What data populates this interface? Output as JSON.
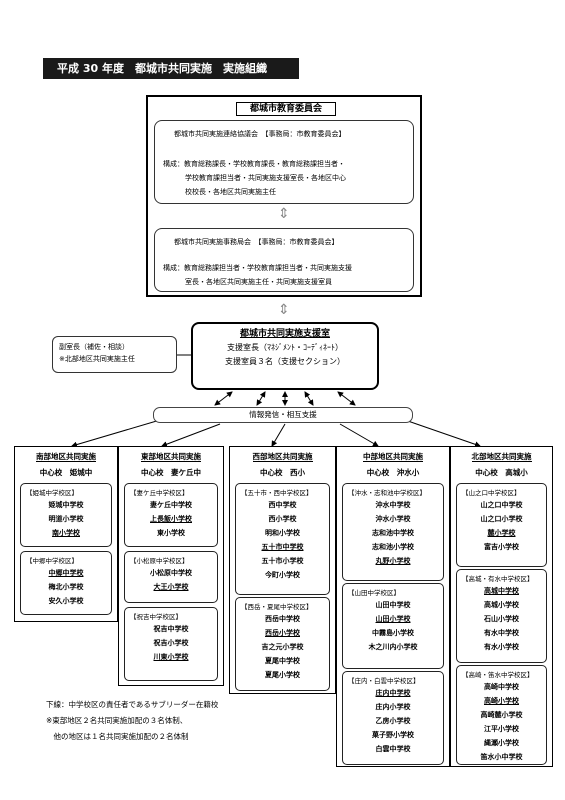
{
  "title": "平成 30 年度　都城市共同実施　実施組織",
  "board": {
    "title": "都城市教育委員会",
    "council": {
      "name": "都城市共同実施連絡協議会　【事務局：市教育委員会】",
      "members": [
        "構成：教育総務課長・学校教育課長・教育総務課担当者・",
        "学校教育課担当者・共同実施支援室長・各地区中心",
        "校校長・各地区共同実施主任"
      ]
    },
    "office": {
      "name": "都城市共同実施事務局会　【事務局：市教育委員会】",
      "members": [
        "構成：教育総務課担当者・学校教育課担当者・共同実施支援",
        "室長・各地区共同実施主任・共同実施支援室員"
      ]
    }
  },
  "support_center": {
    "title": "都城市共同実施支援室",
    "lines": [
      "支援室長（ﾏﾈｼﾞﾒﾝﾄ・ｺｰﾃﾞｨﾈｰﾄ）",
      "支援室員３名（支援セクション）"
    ]
  },
  "vice": {
    "lines": [
      "副室長（補佐・相談）",
      "※北部地区共同実施主任"
    ]
  },
  "info": "情報発信・相互支援",
  "regions": [
    {
      "title": "南部地区共同実施",
      "hub": "中心校　姫城中",
      "groups": [
        {
          "name": "【姫城中学校区】",
          "schools": [
            {
              "n": "姫城中学校",
              "u": false
            },
            {
              "n": "明道小学校",
              "u": false
            },
            {
              "n": "南小学校",
              "u": true
            }
          ]
        },
        {
          "name": "【中郷中学校区】",
          "schools": [
            {
              "n": "中郷中学校",
              "u": true
            },
            {
              "n": "梅北小学校",
              "u": false
            },
            {
              "n": "安久小学校",
              "u": false
            }
          ]
        }
      ]
    },
    {
      "title": "東部地区共同実施",
      "hub": "中心校　妻ケ丘中",
      "groups": [
        {
          "name": "【妻ケ丘中学校区】",
          "schools": [
            {
              "n": "妻ケ丘中学校",
              "u": false
            },
            {
              "n": "上長飯小学校",
              "u": true
            },
            {
              "n": "東小学校",
              "u": false
            }
          ]
        },
        {
          "name": "【小松原中学校区】",
          "schools": [
            {
              "n": "小松原中学校",
              "u": false
            },
            {
              "n": "大王小学校",
              "u": true
            }
          ]
        },
        {
          "name": "【祝吉中学校区】",
          "schools": [
            {
              "n": "祝吉中学校",
              "u": false
            },
            {
              "n": "祝吉小学校",
              "u": false
            },
            {
              "n": "川東小学校",
              "u": true
            }
          ]
        }
      ]
    },
    {
      "title": "西部地区共同実施",
      "hub": "中心校　西小",
      "groups": [
        {
          "name": "【五十市・西中学校区】",
          "schools": [
            {
              "n": "西中学校",
              "u": false
            },
            {
              "n": "西小学校",
              "u": false
            },
            {
              "n": "明和小学校",
              "u": false
            },
            {
              "n": "五十市中学校",
              "u": true
            },
            {
              "n": "五十市小学校",
              "u": false
            },
            {
              "n": "今町小学校",
              "u": false
            }
          ]
        },
        {
          "name": "【西岳・夏尾中学校区】",
          "schools": [
            {
              "n": "西岳中学校",
              "u": false
            },
            {
              "n": "西岳小学校",
              "u": true
            },
            {
              "n": "吉之元小学校",
              "u": false
            },
            {
              "n": "夏尾中学校",
              "u": false
            },
            {
              "n": "夏尾小学校",
              "u": false
            }
          ]
        }
      ]
    },
    {
      "title": "中部地区共同実施",
      "hub": "中心校　沖水小",
      "groups": [
        {
          "name": "【沖水・志和池中学校区】",
          "schools": [
            {
              "n": "沖水中学校",
              "u": false
            },
            {
              "n": "沖水小学校",
              "u": false
            },
            {
              "n": "志和池中学校",
              "u": false
            },
            {
              "n": "志和池小学校",
              "u": false
            },
            {
              "n": "丸野小学校",
              "u": true
            }
          ]
        },
        {
          "name": "【山田中学校区】",
          "schools": [
            {
              "n": "山田中学校",
              "u": false
            },
            {
              "n": "山田小学校",
              "u": true
            },
            {
              "n": "中霧島小学校",
              "u": false
            },
            {
              "n": "木之川内小学校",
              "u": false
            }
          ]
        },
        {
          "name": "【庄内・白雲中学校区】",
          "schools": [
            {
              "n": "庄内中学校",
              "u": true
            },
            {
              "n": "庄内小学校",
              "u": false
            },
            {
              "n": "乙房小学校",
              "u": false
            },
            {
              "n": "菓子野小学校",
              "u": false
            },
            {
              "n": "白雲中学校",
              "u": false
            }
          ]
        }
      ]
    },
    {
      "title": "北部地区共同実施",
      "hub": "中心校　高城小",
      "groups": [
        {
          "name": "【山之口中学校区】",
          "schools": [
            {
              "n": "山之口中学校",
              "u": false
            },
            {
              "n": "山之口小学校",
              "u": false
            },
            {
              "n": "麓小学校",
              "u": true
            },
            {
              "n": "富吉小学校",
              "u": false
            }
          ]
        },
        {
          "name": "【高城・有水中学校区】",
          "schools": [
            {
              "n": "高城中学校",
              "u": true
            },
            {
              "n": "高城小学校",
              "u": false
            },
            {
              "n": "石山小学校",
              "u": false
            },
            {
              "n": "有水中学校",
              "u": false
            },
            {
              "n": "有水小学校",
              "u": false
            }
          ]
        },
        {
          "name": "【高崎・笛水中学校区】",
          "schools": [
            {
              "n": "高崎中学校",
              "u": false
            },
            {
              "n": "高崎小学校",
              "u": true
            },
            {
              "n": "高崎麓小学校",
              "u": false
            },
            {
              "n": "江平小学校",
              "u": false
            },
            {
              "n": "縄瀬小学校",
              "u": false
            },
            {
              "n": "笛水小中学校",
              "u": false
            }
          ]
        }
      ]
    }
  ],
  "notes": [
    "下線：中学校区の責任者であるサブリーダー在籍校",
    "※東部地区２名共同実施加配の３名体制、",
    "　他の地区は１名共同実施加配の２名体制"
  ]
}
